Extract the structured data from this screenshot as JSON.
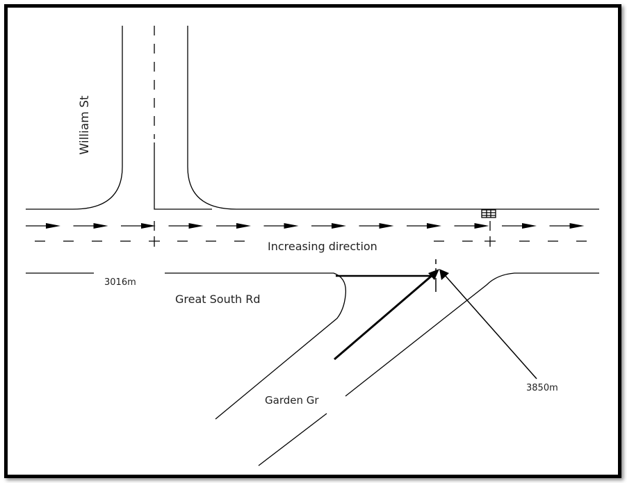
{
  "labels": {
    "william_st": "William St",
    "increasing_direction": "Increasing direction",
    "chainage_start": "3016m",
    "great_south_rd": "Great South Rd",
    "garden_gr": "Garden Gr",
    "chainage_end": "3850m"
  },
  "colors": {
    "line": "#000000",
    "text": "#222222"
  }
}
